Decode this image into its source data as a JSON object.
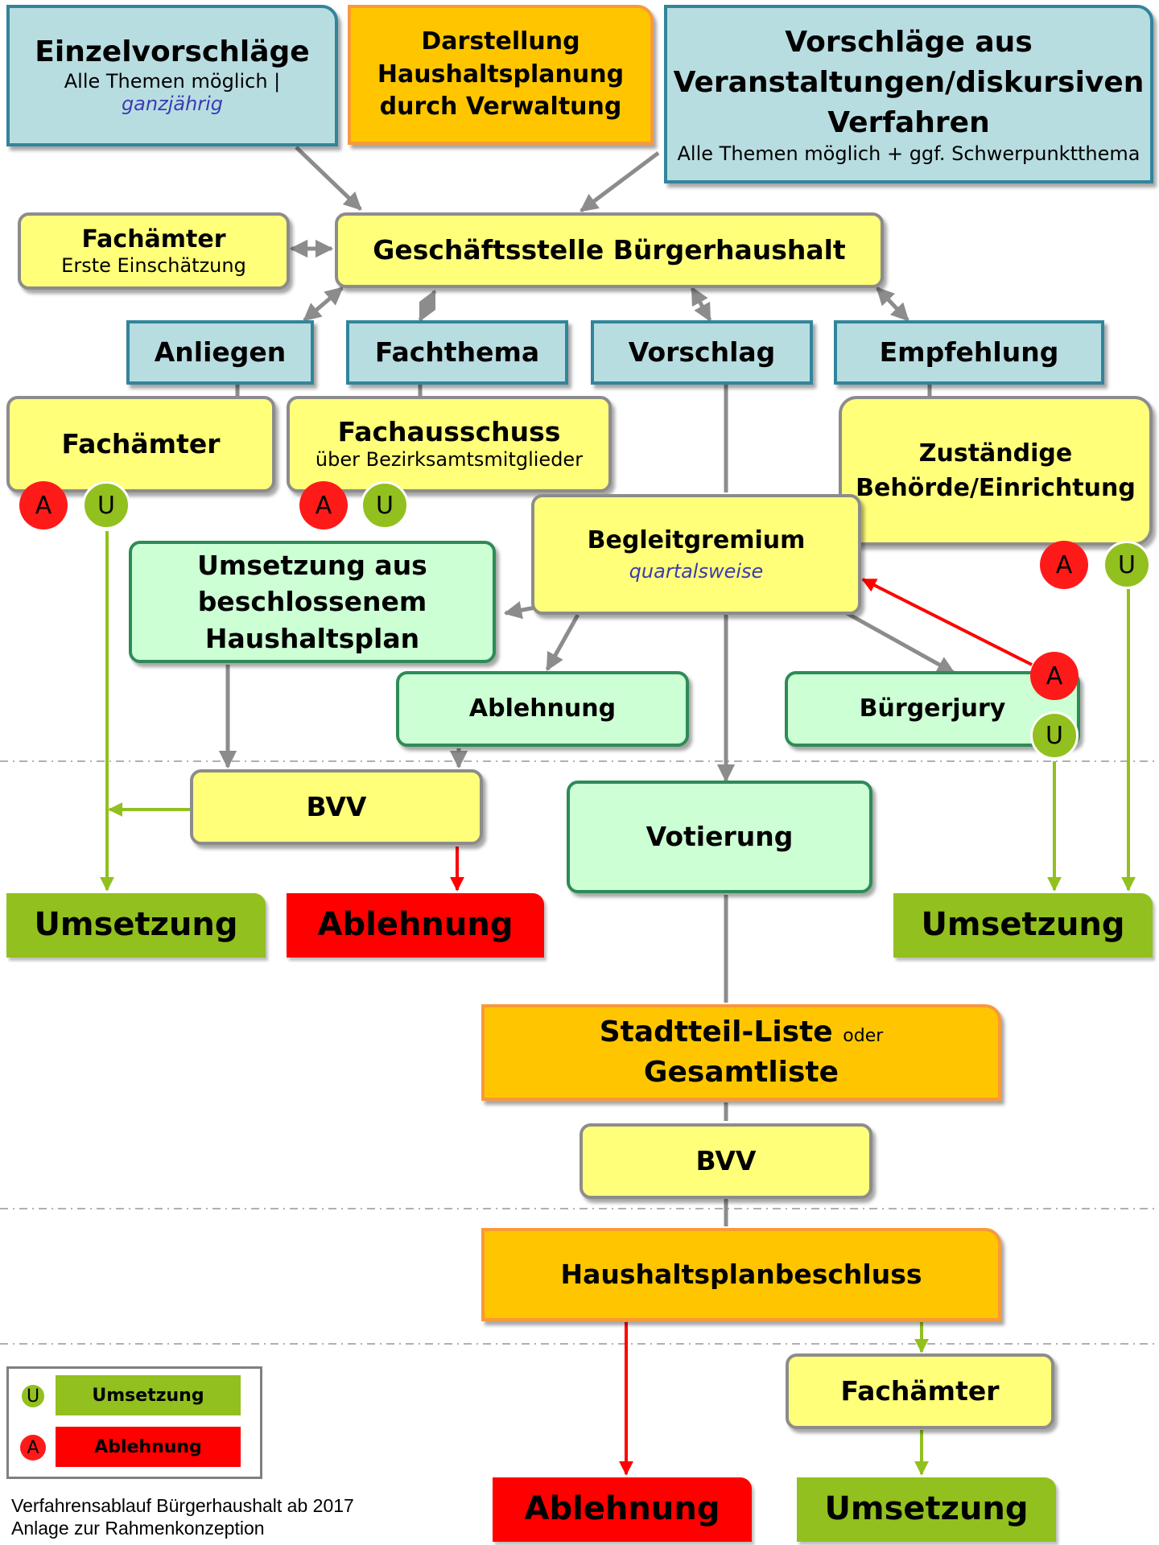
{
  "top": {
    "einzel_title": "Einzelvorschläge",
    "einzel_sub": "Alle Themen  möglich  |",
    "einzel_italic": "ganzjährig",
    "darstellung": "Darstellung Haushaltsplanung durch Verwaltung",
    "vorschlaege_title": "Vorschläge aus Veranstaltungen/diskursiven Verfahren",
    "vorschlaege_sub": "Alle Themen möglich + ggf. Schwerpunktthema"
  },
  "fachaemter_top": {
    "title": "Fachämter",
    "sub": "Erste Einschätzung"
  },
  "geschaeftsstelle": "Geschäftsstelle Bürgerhaushalt",
  "categories": [
    "Anliegen",
    "Fachthema",
    "Vorschlag",
    "Empfehlung"
  ],
  "fachaemter_mid": "Fachämter",
  "fachausschuss": {
    "title": "Fachausschuss",
    "sub": "über Bezirksamtsmitglieder"
  },
  "zustaendige": "Zuständige Behörde/Einrichtung",
  "begleitgremium": {
    "title": "Begleitgremium",
    "sub": "quartalsweise"
  },
  "umsetzung_aus": "Umsetzung aus beschlossenem Haushaltsplan",
  "ablehnung_box": "Ablehnung",
  "buergerjury": "Bürgerjury",
  "bvv": "BVV",
  "votierung": "Votierung",
  "umsetzung": "Umsetzung",
  "ablehnung": "Ablehnung",
  "liste": {
    "main": "Stadtteil-Liste",
    "small": "oder",
    "second": "Gesamtliste"
  },
  "haushaltsplanbeschluss": "Haushaltsplanbeschluss",
  "fachaemter_bottom": "Fachämter",
  "badge_a": "A",
  "badge_u": "U",
  "legend": {
    "u_label": "Umsetzung",
    "a_label": "Ablehnung"
  },
  "footer": {
    "line1": "Verfahrensablauf Bürgerhaushalt ab 2017",
    "line2": "Anlage zur Rahmenkonzeption"
  },
  "colors": {
    "yellow": "#ffff7a",
    "teal": "#b8dde1",
    "mint": "#ccffd4",
    "orange": "#ffc600",
    "green": "#92c01f",
    "red": "#ff0000",
    "connector": "#8c8c8c"
  }
}
